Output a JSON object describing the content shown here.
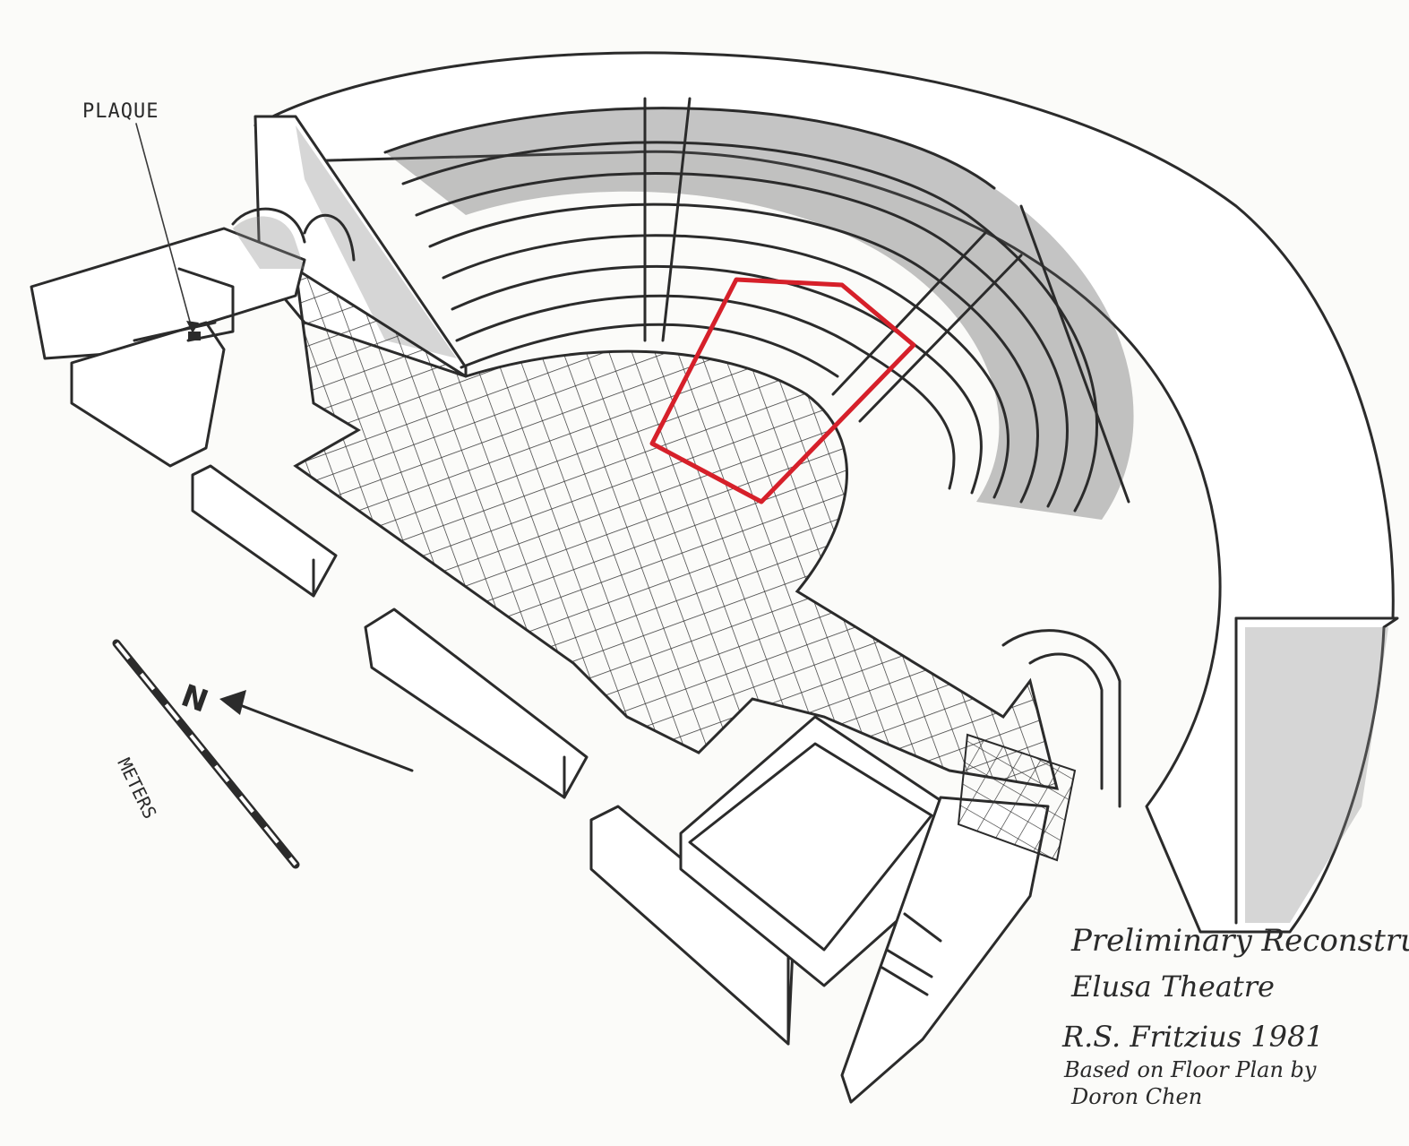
{
  "labels": {
    "plaque": "PLAQUE",
    "north": "N",
    "scale_unit": "METERS"
  },
  "caption": {
    "line1": "Preliminary Reconstructi",
    "line2": "Elusa Theatre",
    "line3": "R.S. Fritzius 1981",
    "line4": "Based on Floor Plan by",
    "line5": "Doron Chen"
  },
  "colors": {
    "ink": "#2b2b2b",
    "highlight": "#d6202a",
    "paper": "#fbfbf9"
  }
}
